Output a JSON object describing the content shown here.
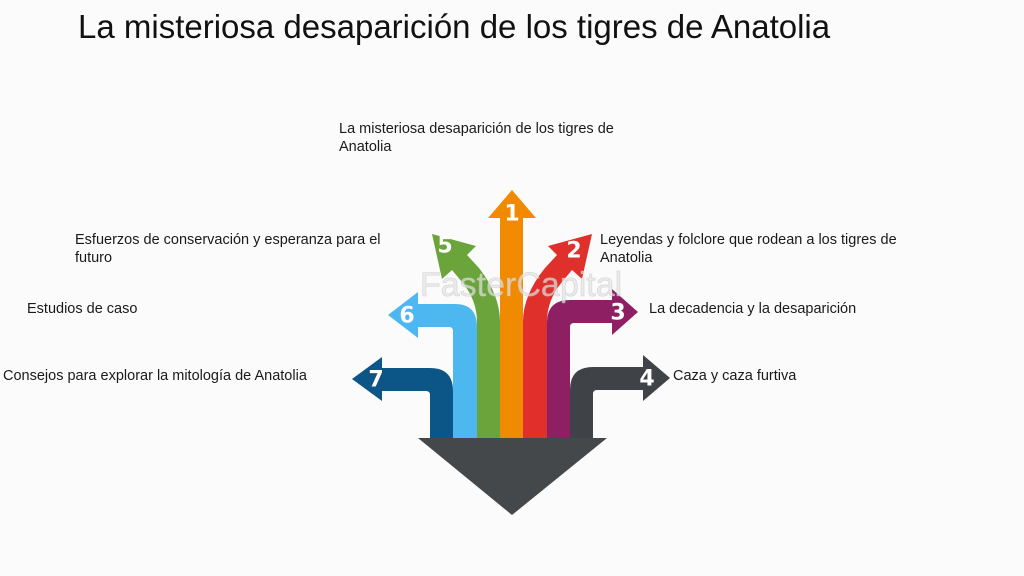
{
  "title": "La misteriosa desaparición de los tigres de Anatolia",
  "watermark": "FasterCapital",
  "items": [
    {
      "number": "1",
      "label": "La misteriosa desaparición de los tigres de Anatolia",
      "color": "#F08A00"
    },
    {
      "number": "2",
      "label": "Leyendas y folclore que rodean a los tigres de Anatolia",
      "color": "#E0302B"
    },
    {
      "number": "3",
      "label": "La decadencia y la desaparición",
      "color": "#8E1F63"
    },
    {
      "number": "4",
      "label": "Caza y caza furtiva",
      "color": "#3F4347"
    },
    {
      "number": "5",
      "label": "Esfuerzos de conservación y esperanza para el futuro",
      "color": "#6BA43A"
    },
    {
      "number": "6",
      "label": "Estudios de caso",
      "color": "#4DB8F0"
    },
    {
      "number": "7",
      "label": "Consejos para explorar la mitología de Anatolia",
      "color": "#0C5687"
    }
  ],
  "base_color": "#45484B"
}
